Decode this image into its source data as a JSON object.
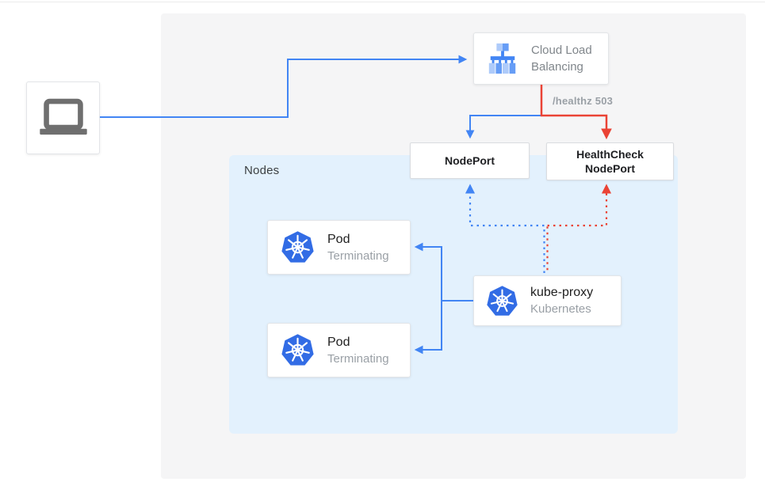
{
  "colors": {
    "flow_blue": "#4285f4",
    "flow_red": "#ea4335",
    "nodes_container_bg": "#e3f1fd",
    "backdrop_panel_bg": "#f5f5f6",
    "kubernetes_blue": "#326ce5",
    "muted_text": "#9aa0a6"
  },
  "client": {
    "icon": "laptop-icon"
  },
  "load_balancer": {
    "line1": "Cloud Load",
    "line2": "Balancing",
    "icon": "cloud-load-balancing-icon"
  },
  "healthz_label": "/healthz 503",
  "nodes": {
    "label": "Nodes"
  },
  "nodeport": {
    "label": "NodePort"
  },
  "healthcheck_nodeport": {
    "line1": "HealthCheck",
    "line2": "NodePort"
  },
  "pods": [
    {
      "title": "Pod",
      "subtitle": "Terminating",
      "icon": "kubernetes-helm-icon"
    },
    {
      "title": "Pod",
      "subtitle": "Terminating",
      "icon": "kubernetes-helm-icon"
    }
  ],
  "kube_proxy": {
    "title": "kube-proxy",
    "subtitle": "Kubernetes",
    "icon": "kubernetes-helm-icon"
  },
  "edges": [
    {
      "from": "client-laptop",
      "to": "cloud-load-balancing",
      "style": "solid",
      "color": "#4285f4"
    },
    {
      "from": "cloud-load-balancing",
      "to": "nodeport",
      "style": "solid",
      "color": "#4285f4"
    },
    {
      "from": "cloud-load-balancing",
      "to": "healthcheck-nodeport",
      "style": "solid",
      "color": "#ea4335",
      "label": "/healthz 503"
    },
    {
      "from": "kube-proxy",
      "to": "nodeport",
      "style": "dotted",
      "color": "#4285f4"
    },
    {
      "from": "kube-proxy",
      "to": "healthcheck-nodeport",
      "style": "dotted",
      "color": "#ea4335"
    },
    {
      "from": "kube-proxy",
      "to": "pod-1",
      "style": "solid",
      "color": "#4285f4"
    },
    {
      "from": "kube-proxy",
      "to": "pod-2",
      "style": "solid",
      "color": "#4285f4"
    }
  ]
}
